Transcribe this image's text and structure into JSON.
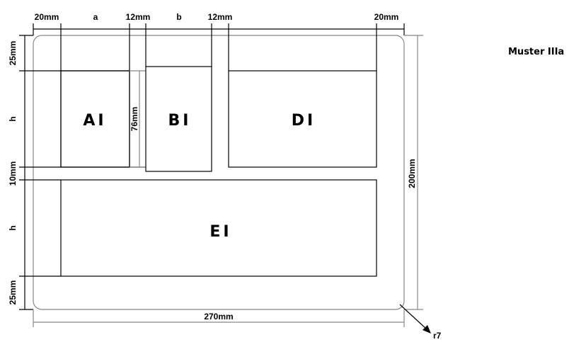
{
  "title": "Muster IIIa",
  "top_dimensions": [
    "20mm",
    "a",
    "12mm",
    "b",
    "12mm",
    "20mm"
  ],
  "left_dimensions": [
    "25mm",
    "h",
    "10mm",
    "h",
    "25mm"
  ],
  "right_dimension": "200mm",
  "bottom_dimension": "270mm",
  "inner_dimension": "76mm",
  "corner_radius": "r7",
  "fields": {
    "a": "AI",
    "b": "BI",
    "d": "DI",
    "e": "EI"
  }
}
